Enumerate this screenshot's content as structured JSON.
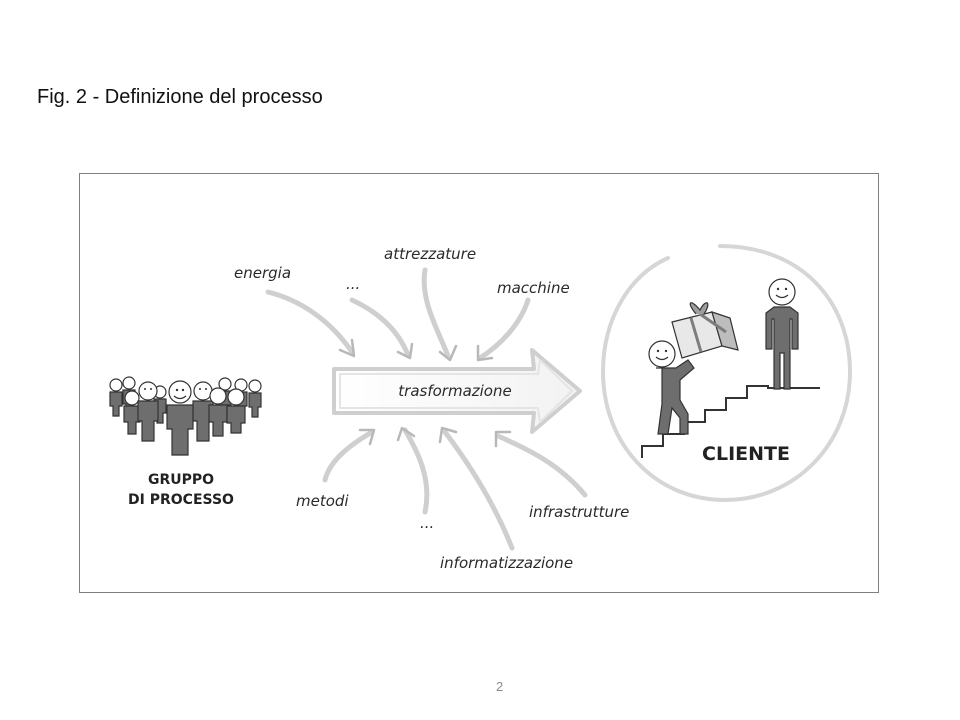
{
  "slide": {
    "title": "Fig. 2 - Definizione  del processo",
    "page_number": "2"
  },
  "diagram": {
    "center_label": "trasformazione",
    "inputs_top": [
      "energia",
      "...",
      "attrezzature",
      "macchine"
    ],
    "inputs_bottom": [
      "metodi",
      "...",
      "informatizzazione",
      "infrastrutture"
    ],
    "group_label_line1": "GRUPPO",
    "group_label_line2": "DI PROCESSO",
    "customer_label": "CLIENTE",
    "colors": {
      "figure_gray": "#6e6e6e",
      "arrow_gray": "#cfcfcf",
      "stroke_dark": "#333333"
    }
  }
}
